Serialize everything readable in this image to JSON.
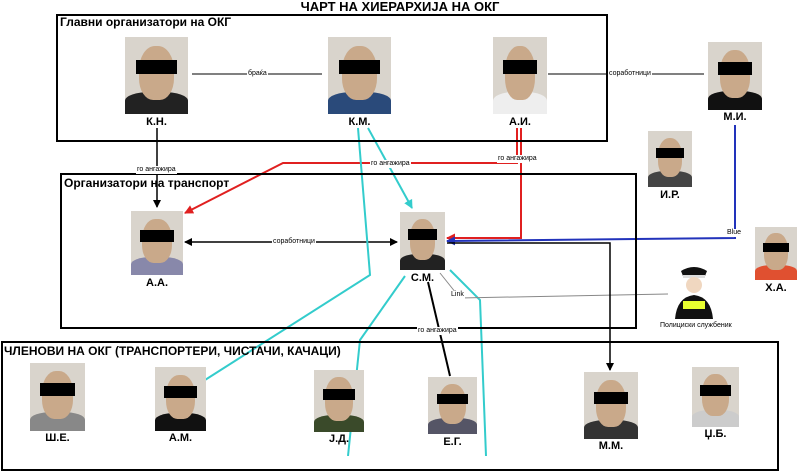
{
  "title": "ЧАРТ НА ХИЕРАРХИЈА НА ОКГ",
  "groups": {
    "main": "Главни организатори на ОКГ",
    "transport": "Организатори на транспорт",
    "members": "ЧЛЕНОВИ НА ОКГ (ТРАНСПОРТЕРИ, ЧИСТАЧИ, КАЧАЦИ)"
  },
  "people": {
    "kn": "К.Н.",
    "km": "К.М.",
    "ai": "А.И.",
    "mi": "М.И.",
    "ir": "И.Р.",
    "aa": "А.А.",
    "sm": "С.М.",
    "xa": "Х.А.",
    "she": "Ш.Е.",
    "am": "А.М.",
    "jd": "Ј.Д.",
    "eg": "Е.Г.",
    "mm": "М.М.",
    "tsb": "Џ.Б."
  },
  "edge_labels": {
    "kn_km": "браќа",
    "ai_mi": "соработници",
    "kn_aa": "го ангажира",
    "km_aa": "го ангажира",
    "ai_sm": "го ангажира",
    "aa_sm": "соработници",
    "mi_sm": "Blue",
    "officer_sm": "Link",
    "sm_eg": "го ангажира"
  },
  "officer_label": "Полициски службеник",
  "colors": {
    "red": "#e02020",
    "cyan": "#33cccc",
    "blue": "#2233bb",
    "black": "#000000"
  }
}
